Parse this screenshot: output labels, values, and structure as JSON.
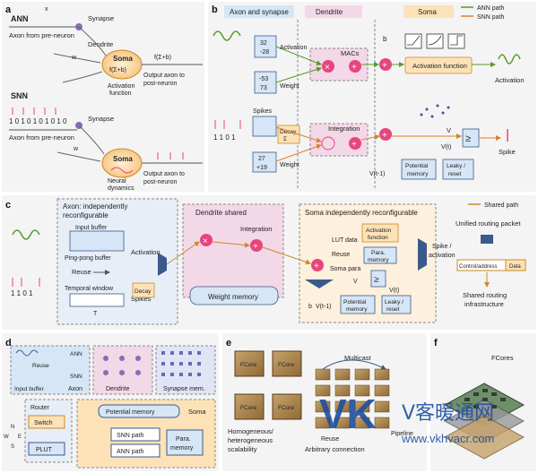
{
  "panels": {
    "a": {
      "letter": "a",
      "ann": {
        "title": "ANN",
        "x_i": "x",
        "synapse": "Synapse",
        "axon": "Axon from pre-neuron",
        "w_i": "w",
        "dendrite": "Dendrite",
        "soma": "Soma",
        "fn": "f(Σ+b)",
        "output": "f(Σ+b)",
        "out_axon_1": "Output axon to",
        "out_axon_2": "post-neuron",
        "act_1": "Activation",
        "act_2": "function"
      },
      "snn": {
        "title": "SNN",
        "spikes": "1 0 1 0 1 0 1 0 1 0",
        "synapse": "Synapse",
        "axon": "Axon from pre-neuron",
        "w_i": "w",
        "soma": "Soma",
        "out_axon_1": "Output axon to",
        "out_axon_2": "post-neuron",
        "dyn_1": "Neural",
        "dyn_2": "dynamics"
      }
    },
    "b": {
      "letter": "b",
      "headers": [
        "Axon and synapse",
        "Dendrite",
        "Soma"
      ],
      "legend": [
        "ANN path",
        "SNN path"
      ],
      "activation": "Activation",
      "act_vals": [
        "32",
        "-28"
      ],
      "weight": "Weight",
      "w_vals": [
        "-53",
        "73"
      ],
      "macs": "MACs",
      "b": "b",
      "act_fn": "Activation function",
      "act_out": "Activation",
      "spikes": "Spikes",
      "spike_bits": "1 1 0 1",
      "decay": "Decay",
      "decay_sub": "Σ",
      "integration": "Integration",
      "w2_vals": [
        "27",
        "+19"
      ],
      "weight2": "Weight",
      "vth": "V",
      "vt": "V(t)",
      "spike": "Spike",
      "potential": "Potential",
      "memory": "memory",
      "leaky": "Leaky /",
      "reset": "reset",
      "vt1": "V(t-1)"
    },
    "c": {
      "letter": "c",
      "axon_1": "Axon: independently",
      "axon_2": "reconfigurable",
      "input_buffer": "Input buffer",
      "pingpong": "Ping-pong buffer",
      "reuse": "Reuse",
      "temporal": "Temporal window",
      "t_w": "T",
      "activation": "Activation",
      "spikes": "Spikes",
      "spike_bits": "1 1 0 1",
      "decay": "Decay",
      "dendrite_shared": "Dendrite shared",
      "integration": "Integration",
      "weight_memory": "Weight memory",
      "soma_reconf": "Soma independently reconfigurable",
      "act_fn_1": "Activation",
      "act_fn_2": "function",
      "lut": "LUT data",
      "reuse2": "Reuse",
      "para_1": "Para.",
      "para_2": "memory",
      "soma_para": "Soma para",
      "vth": "V",
      "vt": "V(t)",
      "potential_1": "Potential",
      "potential_2": "memory",
      "leaky_1": "Leaky /",
      "leaky_2": "reset",
      "b": "b",
      "vt1": "V(t-1)",
      "spike_act_1": "Spike /",
      "spike_act_2": "activation",
      "shared_path": "Shared path",
      "routing": "Unified routing packet",
      "ctrl": "Control/address",
      "data": "Data",
      "shared_routing_1": "Shared routing",
      "shared_routing_2": "infrastructure"
    },
    "d": {
      "letter": "d",
      "ann": "ANN",
      "snn": "SNN",
      "reuse": "Reuse",
      "input_buffer": "Input buffer",
      "axon": "Axon",
      "dendrite": "Dendrite",
      "synapse_mem": "Synapse mem.",
      "router": "Router",
      "switch": "Switch",
      "plut": "PLUT",
      "potential_memory": "Potential memory",
      "soma": "Soma",
      "snn_path": "SNN path",
      "ann_path": "ANN path",
      "para_1": "Para.",
      "para_2": "memory",
      "compass": [
        "N",
        "S",
        "W",
        "E"
      ]
    },
    "e": {
      "letter": "e",
      "fcore": "FCore",
      "multicast": "Multicast",
      "homo_1": "Homogeneous/",
      "homo_2": "heterogeneous",
      "homo_3": "scalability",
      "reuse": "Reuse",
      "arbitrary": "Arbitrary connection",
      "pipeline": "Pipeline"
    },
    "f": {
      "letter": "f",
      "fcores": "FCores"
    }
  },
  "watermark": {
    "logo": "VK",
    "cn": "V客暖通网",
    "url": "www.vkhvacr.com"
  },
  "colors": {
    "ann_green": "#5a9a2a",
    "snn_orange": "#d9822b",
    "accent_pink": "#e8457d",
    "soma_fill": "#fde2b8",
    "box_blue": "#d6e6f6",
    "dendrite_pink": "#f3d8e8",
    "panel_bg": "#f2f2f2"
  }
}
